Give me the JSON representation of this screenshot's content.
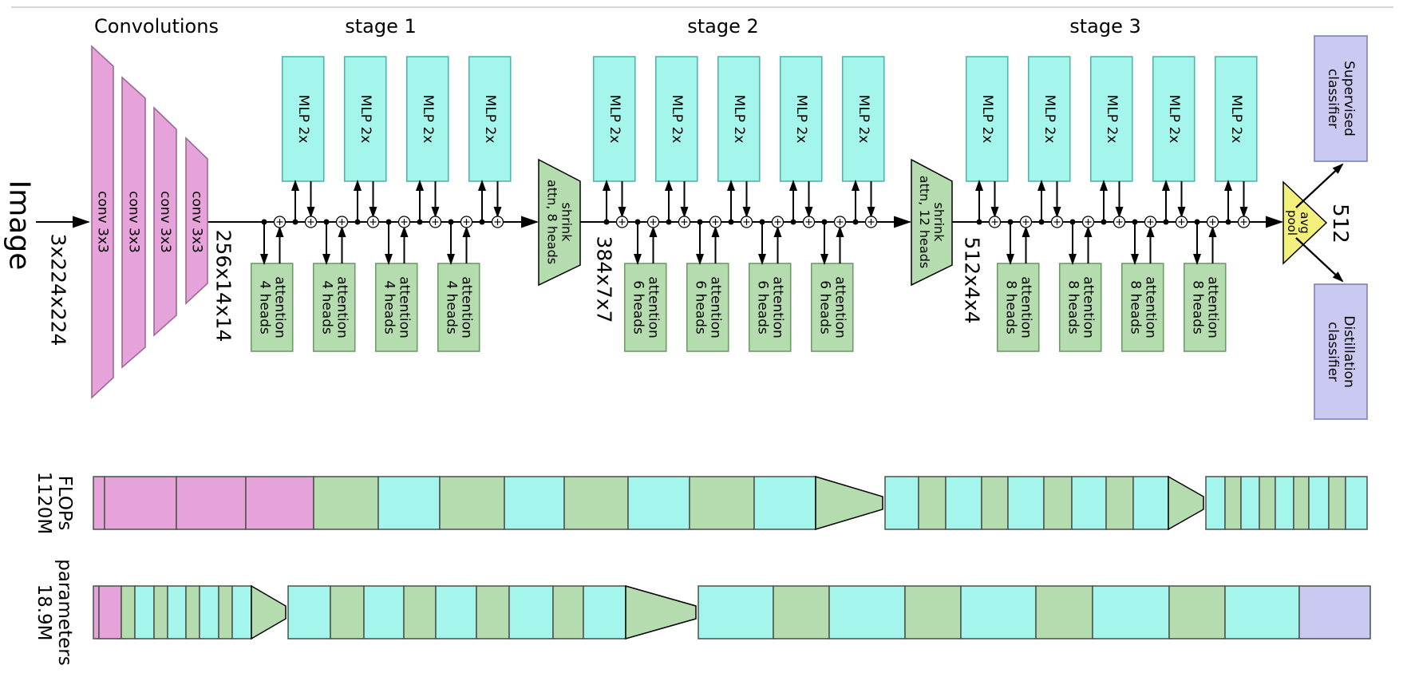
{
  "figure": {
    "titles": {
      "convolutions": "Convolutions",
      "stages": [
        "stage 1",
        "stage 2",
        "stage 3"
      ]
    },
    "input": {
      "label": "Image",
      "dims": "3x224x224"
    },
    "stage_dims": [
      "256x14x14",
      "384x7x7",
      "512x4x4"
    ],
    "convs": [
      {
        "label": "conv 3x3"
      },
      {
        "label": "conv 3x3"
      },
      {
        "label": "conv 3x3"
      },
      {
        "label": "conv 3x3"
      }
    ],
    "stages": [
      {
        "name": "stage 1",
        "mlp_label": "MLP 2x",
        "attn_lines": [
          "attention",
          "4 heads"
        ],
        "order": "attention-first",
        "mlp_count": 4,
        "attention_count": 4
      },
      {
        "name": "stage 2",
        "mlp_label": "MLP 2x",
        "attn_lines": [
          "attention",
          "6 heads"
        ],
        "order": "mlp-first",
        "mlp_count": 5,
        "attention_count": 4
      },
      {
        "name": "stage 3",
        "mlp_label": "MLP 2x",
        "attn_lines": [
          "attention",
          "8 heads"
        ],
        "order": "mlp-first",
        "mlp_count": 5,
        "attention_count": 4
      }
    ],
    "shrinks": [
      {
        "lines": [
          "shrink",
          "attn, 8 heads"
        ]
      },
      {
        "lines": [
          "shrink",
          "attn, 12 heads"
        ]
      }
    ],
    "pool": {
      "lines": [
        "avg",
        "pool"
      ],
      "output_dim": "512"
    },
    "classifiers": [
      {
        "lines": [
          "Supervised",
          "classifier"
        ]
      },
      {
        "lines": [
          "Distillation",
          "classifier"
        ]
      }
    ],
    "colors": {
      "conv": "#e5a3da",
      "conv_border": "#9a6b94",
      "mlp": "#a4f6ec",
      "mlp_border": "#52b5ac",
      "attention": "#b5dcae",
      "attention_border": "#6e9c68",
      "shrink_border": "#000000",
      "pool": "#f4f07c",
      "pool_border": "#000000",
      "classifier": "#c9c9f2",
      "classifier_border": "#8181b5",
      "bar_border": "#49524a",
      "line": "#000000",
      "top_rule": "#c9c9c9"
    }
  },
  "bars": [
    {
      "label_lines": [
        "FLOPs",
        "1120M"
      ],
      "segments": [
        {
          "t": "conv",
          "w": 14
        },
        {
          "t": "conv",
          "w": 90
        },
        {
          "t": "conv",
          "w": 87
        },
        {
          "t": "conv",
          "w": 85
        },
        {
          "t": "attention",
          "w": 81
        },
        {
          "t": "mlp",
          "w": 77
        },
        {
          "t": "attention",
          "w": 81
        },
        {
          "t": "mlp",
          "w": 75
        },
        {
          "t": "attention",
          "w": 80
        },
        {
          "t": "mlp",
          "w": 77
        },
        {
          "t": "attention",
          "w": 81
        },
        {
          "t": "mlp",
          "w": 77
        },
        {
          "t": "shrink",
          "w": 84
        },
        {
          "t": "mlp",
          "w": 42
        },
        {
          "t": "attention",
          "w": 34
        },
        {
          "t": "mlp",
          "w": 45
        },
        {
          "t": "attention",
          "w": 33
        },
        {
          "t": "mlp",
          "w": 45
        },
        {
          "t": "attention",
          "w": 35
        },
        {
          "t": "mlp",
          "w": 43
        },
        {
          "t": "attention",
          "w": 34
        },
        {
          "t": "mlp",
          "w": 44
        },
        {
          "t": "shrink",
          "w": 44
        },
        {
          "t": "mlp",
          "w": 24
        },
        {
          "t": "attention",
          "w": 20
        },
        {
          "t": "mlp",
          "w": 23
        },
        {
          "t": "attention",
          "w": 20
        },
        {
          "t": "mlp",
          "w": 23
        },
        {
          "t": "attention",
          "w": 19
        },
        {
          "t": "mlp",
          "w": 25
        },
        {
          "t": "attention",
          "w": 21
        },
        {
          "t": "mlp",
          "w": 27
        }
      ]
    },
    {
      "label_lines": [
        "parameters",
        "18.9M"
      ],
      "segments": [
        {
          "t": "conv",
          "w": 7
        },
        {
          "t": "conv",
          "w": 28
        },
        {
          "t": "attention",
          "w": 17
        },
        {
          "t": "mlp",
          "w": 24
        },
        {
          "t": "attention",
          "w": 17
        },
        {
          "t": "mlp",
          "w": 23
        },
        {
          "t": "attention",
          "w": 17
        },
        {
          "t": "mlp",
          "w": 24
        },
        {
          "t": "attention",
          "w": 17
        },
        {
          "t": "mlp",
          "w": 24
        },
        {
          "t": "shrink",
          "w": 43
        },
        {
          "t": "mlp",
          "w": 53
        },
        {
          "t": "attention",
          "w": 42
        },
        {
          "t": "mlp",
          "w": 50
        },
        {
          "t": "attention",
          "w": 40
        },
        {
          "t": "mlp",
          "w": 51
        },
        {
          "t": "attention",
          "w": 41
        },
        {
          "t": "mlp",
          "w": 55
        },
        {
          "t": "attention",
          "w": 38
        },
        {
          "t": "mlp",
          "w": 53
        },
        {
          "t": "shrink",
          "w": 88
        },
        {
          "t": "mlp",
          "w": 94
        },
        {
          "t": "attention",
          "w": 70
        },
        {
          "t": "mlp",
          "w": 95
        },
        {
          "t": "attention",
          "w": 70
        },
        {
          "t": "mlp",
          "w": 94
        },
        {
          "t": "attention",
          "w": 71
        },
        {
          "t": "mlp",
          "w": 96
        },
        {
          "t": "attention",
          "w": 70
        },
        {
          "t": "mlp",
          "w": 93
        },
        {
          "t": "classifier",
          "w": 89
        }
      ]
    }
  ]
}
